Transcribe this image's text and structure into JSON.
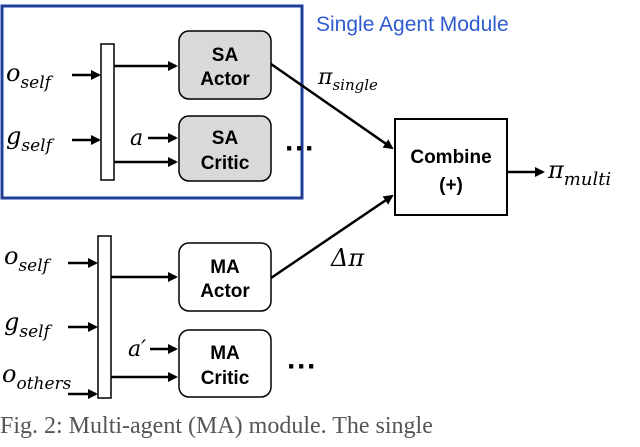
{
  "module_title": "Single Agent Module",
  "colors": {
    "module_border": "#1f3f9a",
    "module_title": "#2e5bd0",
    "sa_box_fill": "#d9d9d9",
    "ma_box_fill": "#ffffff",
    "line": "#000000"
  },
  "single_agent": {
    "inputs": [
      {
        "base": "o",
        "sub": "self"
      },
      {
        "base": "g",
        "sub": "self"
      }
    ],
    "actor": {
      "line1": "SA",
      "line2": "Actor"
    },
    "critic": {
      "line1": "SA",
      "line2": "Critic"
    },
    "critic_input": "a",
    "ellipsis": "···",
    "policy_label": {
      "base": "π",
      "sub": "single"
    }
  },
  "multi_agent": {
    "inputs": [
      {
        "base": "o",
        "sub": "self"
      },
      {
        "base": "g",
        "sub": "self"
      },
      {
        "base": "o",
        "sub": "others"
      }
    ],
    "actor": {
      "line1": "MA",
      "line2": "Actor"
    },
    "critic": {
      "line1": "MA",
      "line2": "Critic"
    },
    "critic_input": "a′",
    "ellipsis": "···",
    "delta_label": "Δπ"
  },
  "combine": {
    "line1": "Combine",
    "line2": "(+)"
  },
  "output_label": {
    "base": "π",
    "sub": "multi"
  },
  "caption": "Fig. 2: Multi-agent (MA) module. The single"
}
